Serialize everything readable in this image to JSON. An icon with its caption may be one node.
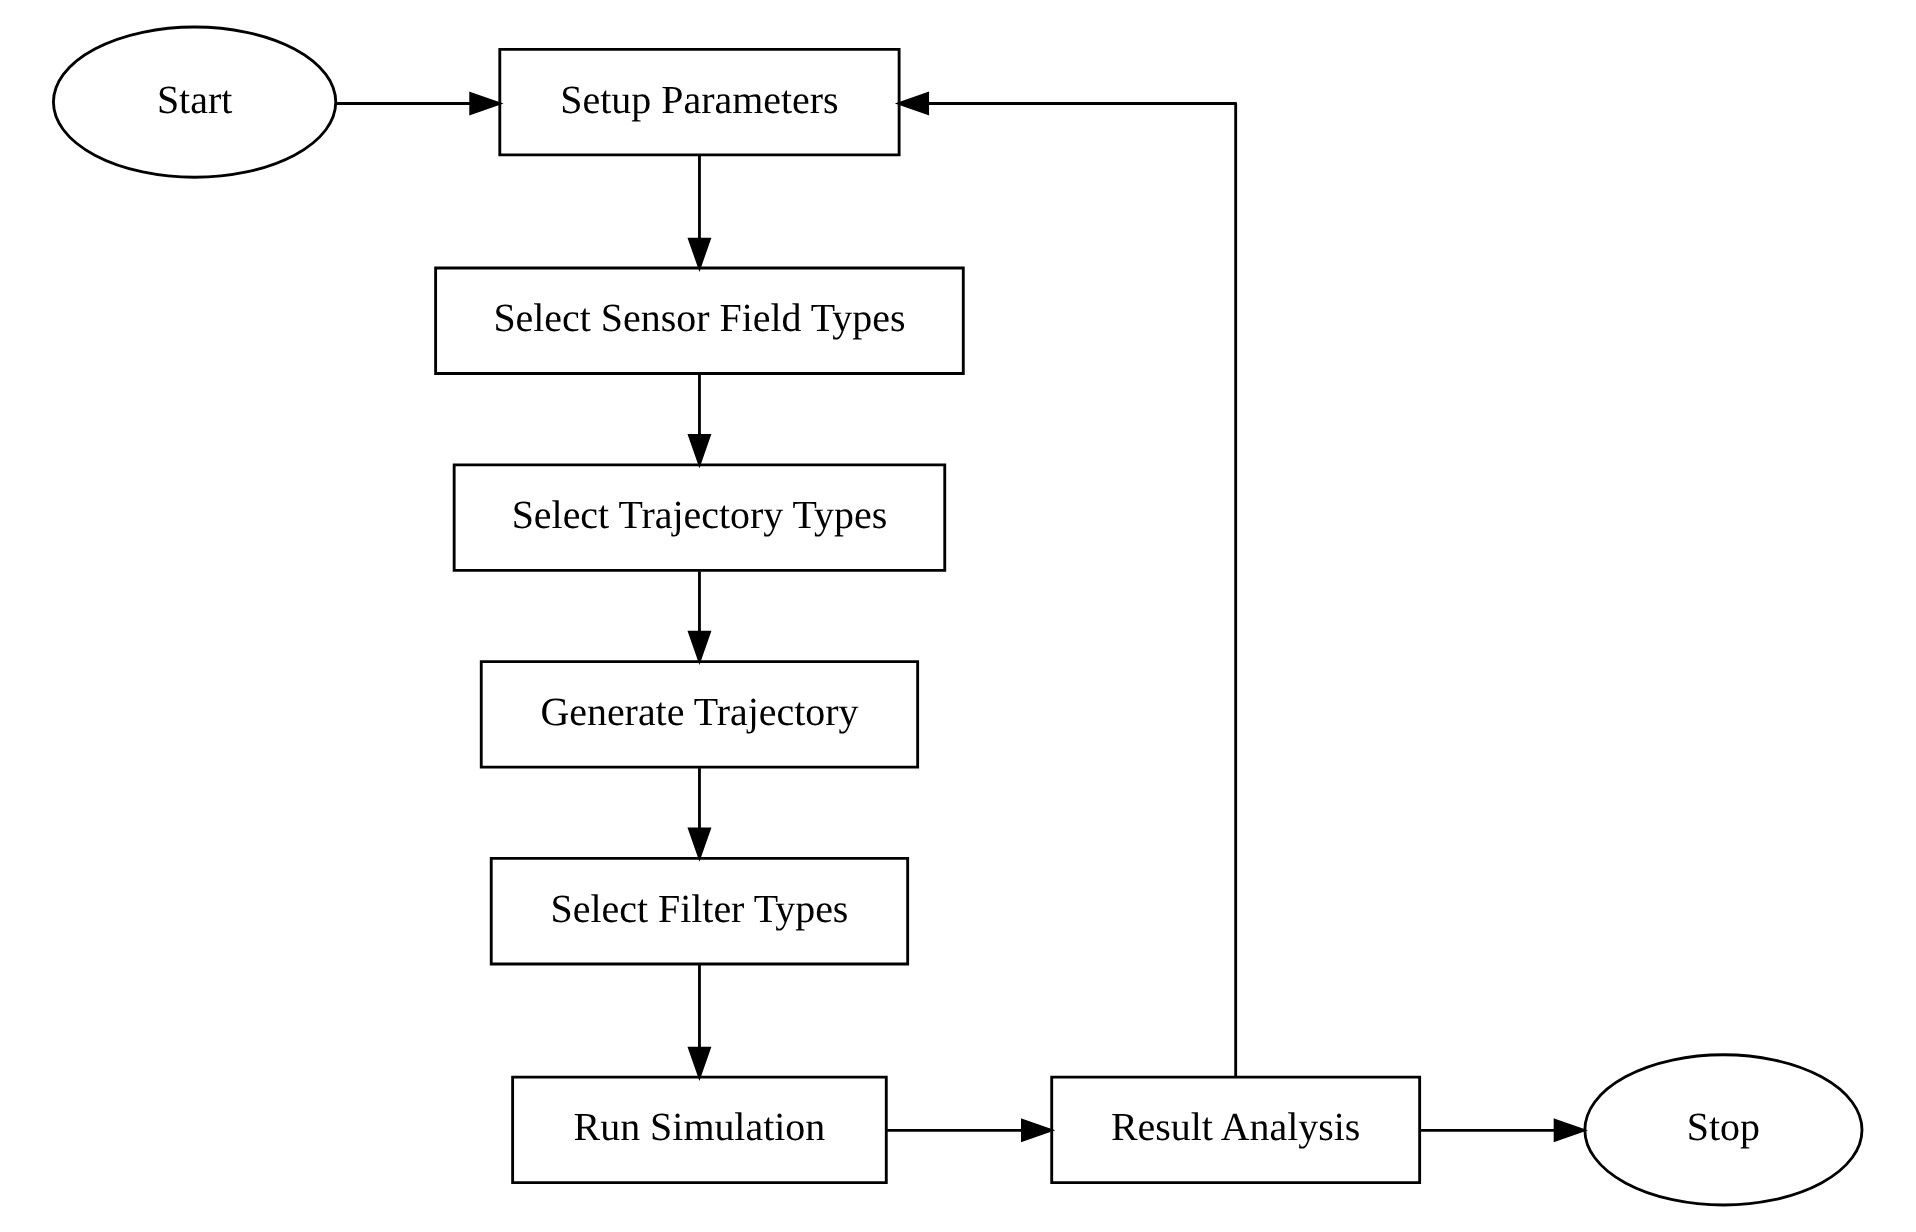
{
  "diagram": {
    "nodes": [
      {
        "text": [
          "Start"
        ]
      },
      {
        "text": [
          "Setup Parameters"
        ]
      },
      {
        "text": [
          "Select Sensor Field Types"
        ]
      },
      {
        "text": [
          "Select Trajectory Types"
        ]
      },
      {
        "text": [
          "Generate Trajectory"
        ]
      },
      {
        "text": [
          "Select Filter Types"
        ]
      },
      {
        "text": [
          "Run Simulation"
        ]
      },
      {
        "text": [
          "Result Analysis"
        ]
      },
      {
        "text": [
          "Stop"
        ]
      }
    ],
    "edges": [
      {
        "from": 0,
        "to": 1,
        "arrow": "to"
      },
      {
        "from": 1,
        "to": 2,
        "arrow": "to"
      },
      {
        "from": 2,
        "to": 3,
        "arrow": "to"
      },
      {
        "from": 3,
        "to": 4,
        "arrow": "to"
      },
      {
        "from": 4,
        "to": 5,
        "arrow": "to"
      },
      {
        "from": 5,
        "to": 6,
        "arrow": "to"
      },
      {
        "from": 6,
        "to": 7,
        "arrow": "to"
      },
      {
        "from": 7,
        "to": 8,
        "arrow": "to"
      },
      {
        "from": 7,
        "to": 1,
        "arrow": "to"
      }
    ]
  }
}
